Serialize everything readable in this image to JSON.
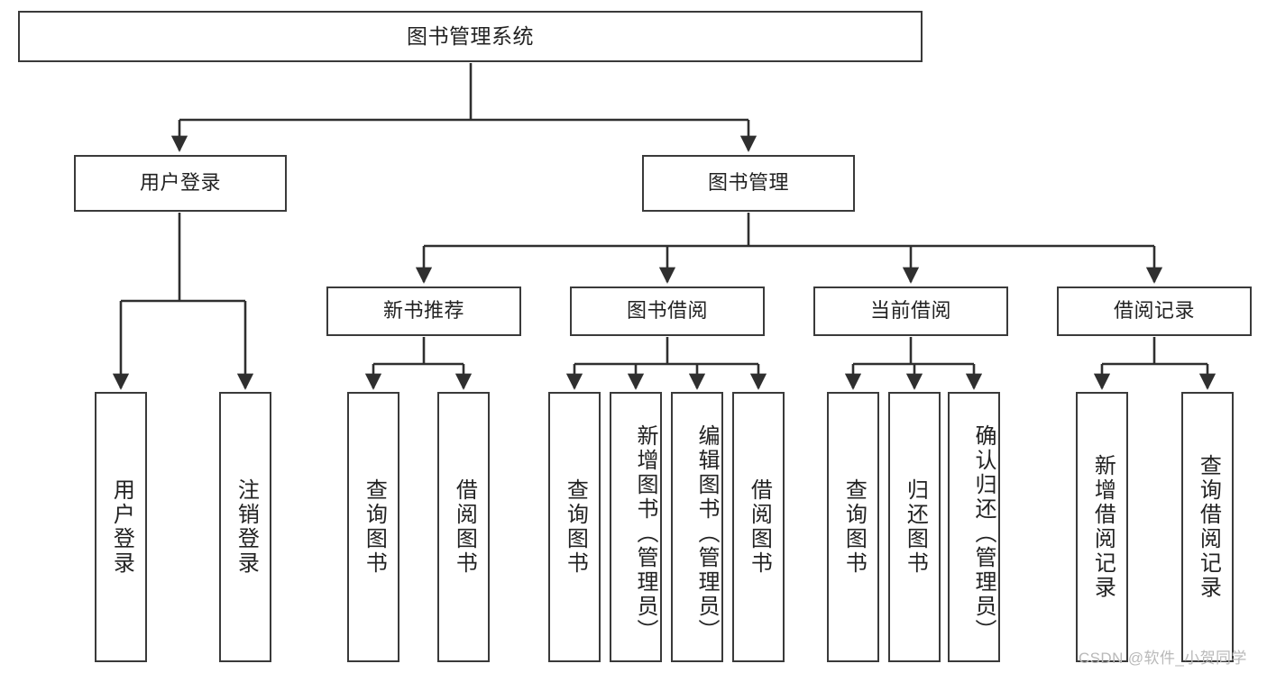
{
  "diagram": {
    "title": "图书管理系统",
    "type": "hierarchy-tree",
    "levels": 3,
    "colors": {
      "box_border": "#3a3a3a",
      "box_fill": "#ffffff",
      "edge": "#2f2f2f",
      "text": "#222222",
      "watermark": "#b9b9b9",
      "background": "#ffffff"
    },
    "root": {
      "label": "图书管理系统",
      "orientation": "horizontal"
    },
    "level2": [
      {
        "id": "user-login",
        "label": "用户登录",
        "orientation": "horizontal"
      },
      {
        "id": "book-manage",
        "label": "图书管理",
        "orientation": "horizontal"
      }
    ],
    "level3": [
      {
        "id": "new-book-rec",
        "label": "新书推荐",
        "orientation": "horizontal",
        "parent": "book-manage"
      },
      {
        "id": "book-borrow",
        "label": "图书借阅",
        "orientation": "horizontal",
        "parent": "book-manage"
      },
      {
        "id": "current-borrow",
        "label": "当前借阅",
        "orientation": "horizontal",
        "parent": "book-manage"
      },
      {
        "id": "borrow-record",
        "label": "借阅记录",
        "orientation": "horizontal",
        "parent": "book-manage"
      }
    ],
    "leaves": [
      {
        "id": "leaf-user-login",
        "label": "用户登录",
        "parent": "user-login",
        "orientation": "vertical"
      },
      {
        "id": "leaf-user-logout",
        "label": "注销登录",
        "parent": "user-login",
        "orientation": "vertical"
      },
      {
        "id": "leaf-query-book-1",
        "label": "查询图书",
        "parent": "new-book-rec",
        "orientation": "vertical"
      },
      {
        "id": "leaf-borrow-book-1",
        "label": "借阅图书",
        "parent": "new-book-rec",
        "orientation": "vertical"
      },
      {
        "id": "leaf-query-book-2",
        "label": "查询图书",
        "parent": "book-borrow",
        "orientation": "vertical"
      },
      {
        "id": "leaf-add-book",
        "label": "新增图书（管理员）",
        "parent": "book-borrow",
        "orientation": "vertical"
      },
      {
        "id": "leaf-edit-book",
        "label": "编辑图书（管理员）",
        "parent": "book-borrow",
        "orientation": "vertical"
      },
      {
        "id": "leaf-borrow-book-2",
        "label": "借阅图书",
        "parent": "book-borrow",
        "orientation": "vertical"
      },
      {
        "id": "leaf-query-book-3",
        "label": "查询图书",
        "parent": "current-borrow",
        "orientation": "vertical"
      },
      {
        "id": "leaf-return-book",
        "label": "归还图书",
        "parent": "current-borrow",
        "orientation": "vertical"
      },
      {
        "id": "leaf-confirm-return",
        "label": "确认归还（管理员）",
        "parent": "current-borrow",
        "orientation": "vertical"
      },
      {
        "id": "leaf-add-record",
        "label": "新增借阅记录",
        "parent": "borrow-record",
        "orientation": "vertical"
      },
      {
        "id": "leaf-query-record",
        "label": "查询借阅记录",
        "parent": "borrow-record",
        "orientation": "vertical"
      }
    ]
  },
  "watermark": {
    "text": "CSDN @软件_小贺同学"
  }
}
